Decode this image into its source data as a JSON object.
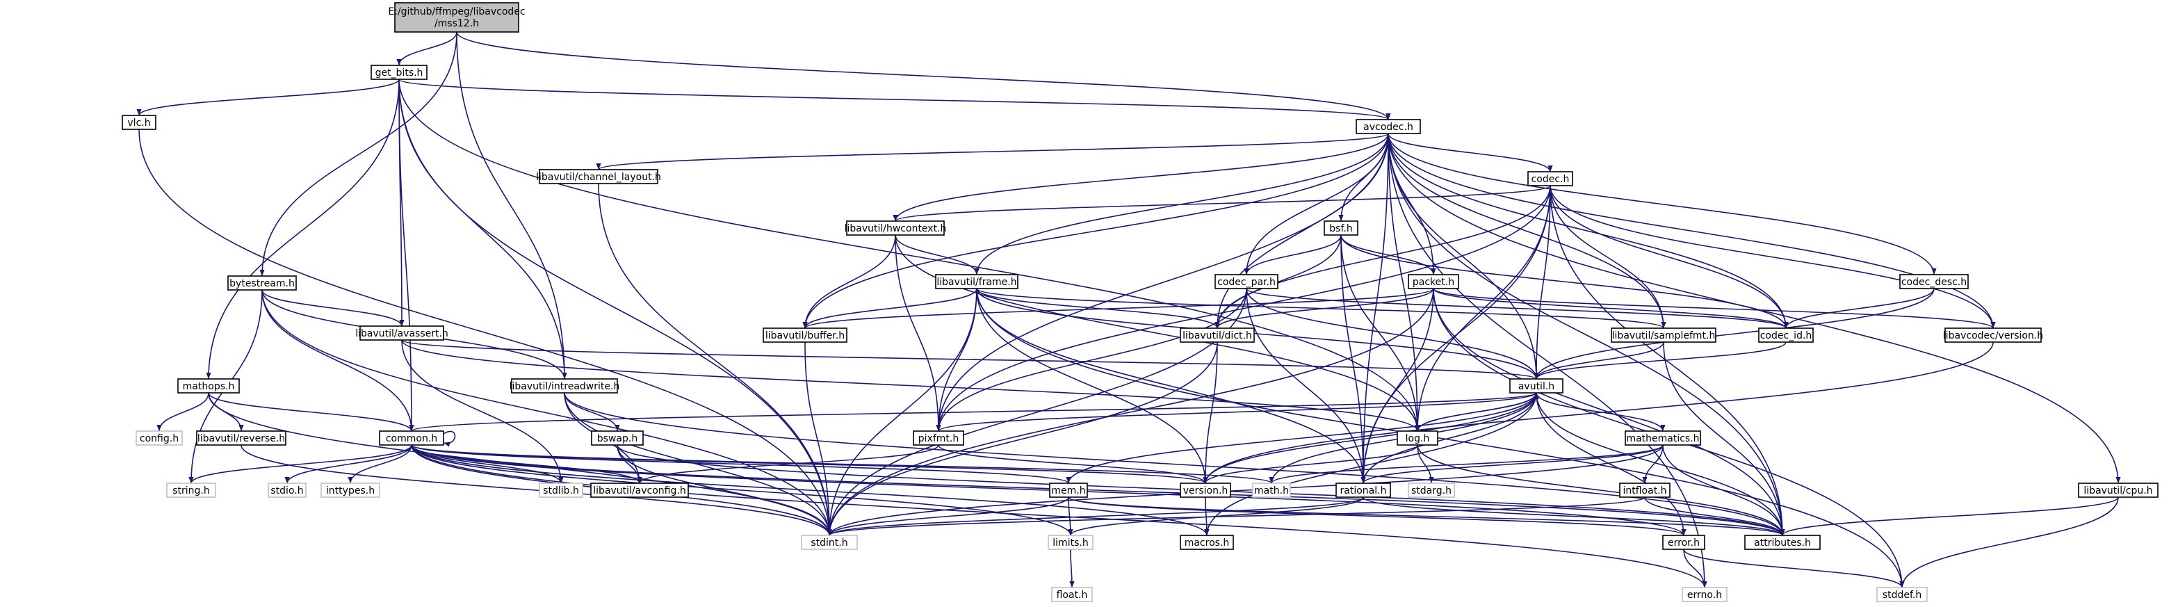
{
  "graph": {
    "root": [
      "E:/github/ffmpeg/libavcodec",
      "/mss12.h"
    ],
    "nodes": {
      "get_bits": "get_bits.h",
      "avcodec": "avcodec.h",
      "vlc": "vlc.h",
      "channel_layout": "libavutil/channel_layout.h",
      "codec": "codec.h",
      "hwcontext": "libavutil/hwcontext.h",
      "bsf": "bsf.h",
      "frame": "libavutil/frame.h",
      "codec_par": "codec_par.h",
      "packet": "packet.h",
      "codec_desc": "codec_desc.h",
      "bytestream": "bytestream.h",
      "avassert": "libavutil/avassert.h",
      "buffer": "libavutil/buffer.h",
      "dict": "libavutil/dict.h",
      "samplefmt": "libavutil/samplefmt.h",
      "codec_id": "codec_id.h",
      "lavc_version": "libavcodec/version.h",
      "mathops": "mathops.h",
      "intreadwrite": "libavutil/intreadwrite.h",
      "avutil": "avutil.h",
      "config": "config.h",
      "reverse": "libavutil/reverse.h",
      "common": "common.h",
      "bswap": "bswap.h",
      "pixfmt": "pixfmt.h",
      "log": "log.h",
      "mathematics": "mathematics.h",
      "string": "string.h",
      "stdio": "stdio.h",
      "inttypes": "inttypes.h",
      "stdlib": "stdlib.h",
      "avconfig": "libavutil/avconfig.h",
      "mem": "mem.h",
      "version": "version.h",
      "math": "math.h",
      "rational": "rational.h",
      "stdarg": "stdarg.h",
      "intfloat": "intfloat.h",
      "cpu": "libavutil/cpu.h",
      "stdint": "stdint.h",
      "limits": "limits.h",
      "macros": "macros.h",
      "error": "error.h",
      "attributes": "attributes.h",
      "float": "float.h",
      "errno": "errno.h",
      "stddef": "stddef.h"
    },
    "edges": [
      [
        "root",
        "get_bits"
      ],
      [
        "root",
        "avcodec"
      ],
      [
        "root",
        "bytestream"
      ],
      [
        "root",
        "intreadwrite"
      ],
      [
        "get_bits",
        "vlc"
      ],
      [
        "get_bits",
        "mathops"
      ],
      [
        "get_bits",
        "avcodec"
      ],
      [
        "get_bits",
        "stdint"
      ],
      [
        "get_bits",
        "common"
      ],
      [
        "get_bits",
        "avassert"
      ],
      [
        "get_bits",
        "intreadwrite"
      ],
      [
        "get_bits",
        "log"
      ],
      [
        "vlc",
        "stdint"
      ],
      [
        "avcodec",
        "channel_layout"
      ],
      [
        "avcodec",
        "codec"
      ],
      [
        "avcodec",
        "hwcontext"
      ],
      [
        "avcodec",
        "bsf"
      ],
      [
        "avcodec",
        "frame"
      ],
      [
        "avcodec",
        "codec_par"
      ],
      [
        "avcodec",
        "packet"
      ],
      [
        "avcodec",
        "codec_desc"
      ],
      [
        "avcodec",
        "buffer"
      ],
      [
        "avcodec",
        "dict"
      ],
      [
        "avcodec",
        "samplefmt"
      ],
      [
        "avcodec",
        "codec_id"
      ],
      [
        "avcodec",
        "lavc_version"
      ],
      [
        "avcodec",
        "avutil"
      ],
      [
        "avcodec",
        "pixfmt"
      ],
      [
        "avcodec",
        "rational"
      ],
      [
        "avcodec",
        "log"
      ],
      [
        "avcodec",
        "attributes"
      ],
      [
        "avcodec",
        "cpu"
      ],
      [
        "avcodec",
        "errno"
      ],
      [
        "channel_layout",
        "stdint"
      ],
      [
        "codec",
        "hwcontext"
      ],
      [
        "codec",
        "samplefmt"
      ],
      [
        "codec",
        "codec_id"
      ],
      [
        "codec",
        "lavc_version"
      ],
      [
        "codec",
        "avutil"
      ],
      [
        "codec",
        "log"
      ],
      [
        "codec",
        "pixfmt"
      ],
      [
        "codec",
        "rational"
      ],
      [
        "codec",
        "dict"
      ],
      [
        "codec",
        "attributes"
      ],
      [
        "hwcontext",
        "frame"
      ],
      [
        "hwcontext",
        "buffer"
      ],
      [
        "hwcontext",
        "pixfmt"
      ],
      [
        "hwcontext",
        "log"
      ],
      [
        "bsf",
        "dict"
      ],
      [
        "bsf",
        "log"
      ],
      [
        "bsf",
        "rational"
      ],
      [
        "bsf",
        "codec_id"
      ],
      [
        "bsf",
        "codec_par"
      ],
      [
        "bsf",
        "packet"
      ],
      [
        "frame",
        "buffer"
      ],
      [
        "frame",
        "dict"
      ],
      [
        "frame",
        "samplefmt"
      ],
      [
        "frame",
        "avutil"
      ],
      [
        "frame",
        "pixfmt"
      ],
      [
        "frame",
        "rational"
      ],
      [
        "frame",
        "version"
      ],
      [
        "frame",
        "stdint"
      ],
      [
        "frame",
        "stddef"
      ],
      [
        "codec_par",
        "codec_id"
      ],
      [
        "codec_par",
        "avutil"
      ],
      [
        "codec_par",
        "pixfmt"
      ],
      [
        "codec_par",
        "rational"
      ],
      [
        "codec_par",
        "stdint"
      ],
      [
        "packet",
        "buffer"
      ],
      [
        "packet",
        "dict"
      ],
      [
        "packet",
        "codec_id"
      ],
      [
        "packet",
        "lavc_version"
      ],
      [
        "packet",
        "rational"
      ],
      [
        "packet",
        "stddef"
      ],
      [
        "packet",
        "attributes"
      ],
      [
        "packet",
        "stdint"
      ],
      [
        "codec_desc",
        "codec_id"
      ],
      [
        "codec_desc",
        "avutil"
      ],
      [
        "bytestream",
        "avassert"
      ],
      [
        "bytestream",
        "common"
      ],
      [
        "bytestream",
        "intreadwrite"
      ],
      [
        "bytestream",
        "string"
      ],
      [
        "bytestream",
        "stdint"
      ],
      [
        "avassert",
        "avutil"
      ],
      [
        "avassert",
        "log"
      ],
      [
        "avassert",
        "stdlib"
      ],
      [
        "buffer",
        "stdint"
      ],
      [
        "dict",
        "version"
      ],
      [
        "dict",
        "stdint"
      ],
      [
        "samplefmt",
        "avutil"
      ],
      [
        "samplefmt",
        "attributes"
      ],
      [
        "codec_id",
        "avutil"
      ],
      [
        "lavc_version",
        "version"
      ],
      [
        "mathops",
        "config"
      ],
      [
        "mathops",
        "reverse"
      ],
      [
        "mathops",
        "common"
      ],
      [
        "mathops",
        "stdint"
      ],
      [
        "intreadwrite",
        "avconfig"
      ],
      [
        "intreadwrite",
        "bswap"
      ],
      [
        "intreadwrite",
        "attributes"
      ],
      [
        "intreadwrite",
        "stdint"
      ],
      [
        "avutil",
        "common"
      ],
      [
        "avutil",
        "mathematics"
      ],
      [
        "avutil",
        "log"
      ],
      [
        "avutil",
        "pixfmt"
      ],
      [
        "avutil",
        "version"
      ],
      [
        "avutil",
        "rational"
      ],
      [
        "avutil",
        "error"
      ],
      [
        "avutil",
        "macros"
      ],
      [
        "avutil",
        "attributes"
      ],
      [
        "avutil",
        "math"
      ],
      [
        "reverse",
        "stdint"
      ],
      [
        "common",
        "common"
      ],
      [
        "common",
        "string"
      ],
      [
        "common",
        "stdio"
      ],
      [
        "common",
        "inttypes"
      ],
      [
        "common",
        "stdlib"
      ],
      [
        "common",
        "avconfig"
      ],
      [
        "common",
        "mem"
      ],
      [
        "common",
        "version"
      ],
      [
        "common",
        "math"
      ],
      [
        "common",
        "attributes"
      ],
      [
        "common",
        "macros"
      ],
      [
        "common",
        "limits"
      ],
      [
        "common",
        "stdint"
      ],
      [
        "common",
        "errno"
      ],
      [
        "common",
        "error"
      ],
      [
        "bswap",
        "avconfig"
      ],
      [
        "bswap",
        "attributes"
      ],
      [
        "bswap",
        "stdint"
      ],
      [
        "pixfmt",
        "avconfig"
      ],
      [
        "pixfmt",
        "version"
      ],
      [
        "log",
        "avutil"
      ],
      [
        "log",
        "attributes"
      ],
      [
        "log",
        "version"
      ],
      [
        "log",
        "stdarg"
      ],
      [
        "mathematics",
        "rational"
      ],
      [
        "mathematics",
        "intfloat"
      ],
      [
        "mathematics",
        "attributes"
      ],
      [
        "mathematics",
        "math"
      ],
      [
        "mathematics",
        "stdint"
      ],
      [
        "mem",
        "attributes"
      ],
      [
        "mem",
        "error"
      ],
      [
        "mem",
        "avutil"
      ],
      [
        "mem",
        "limits"
      ],
      [
        "mem",
        "stdint"
      ],
      [
        "version",
        "macros"
      ],
      [
        "rational",
        "attributes"
      ],
      [
        "rational",
        "limits"
      ],
      [
        "rational",
        "stdint"
      ],
      [
        "intfloat",
        "attributes"
      ],
      [
        "intfloat",
        "stdint"
      ],
      [
        "cpu",
        "attributes"
      ],
      [
        "cpu",
        "stddef"
      ],
      [
        "limits",
        "float"
      ],
      [
        "error",
        "errno"
      ],
      [
        "error",
        "stddef"
      ]
    ]
  },
  "colors": {
    "edge": "#191970",
    "node_border": "#000000",
    "node_missing_border": "#bfbfbf",
    "node_fill": "#ffffff",
    "root_fill": "#bfbfbf"
  }
}
